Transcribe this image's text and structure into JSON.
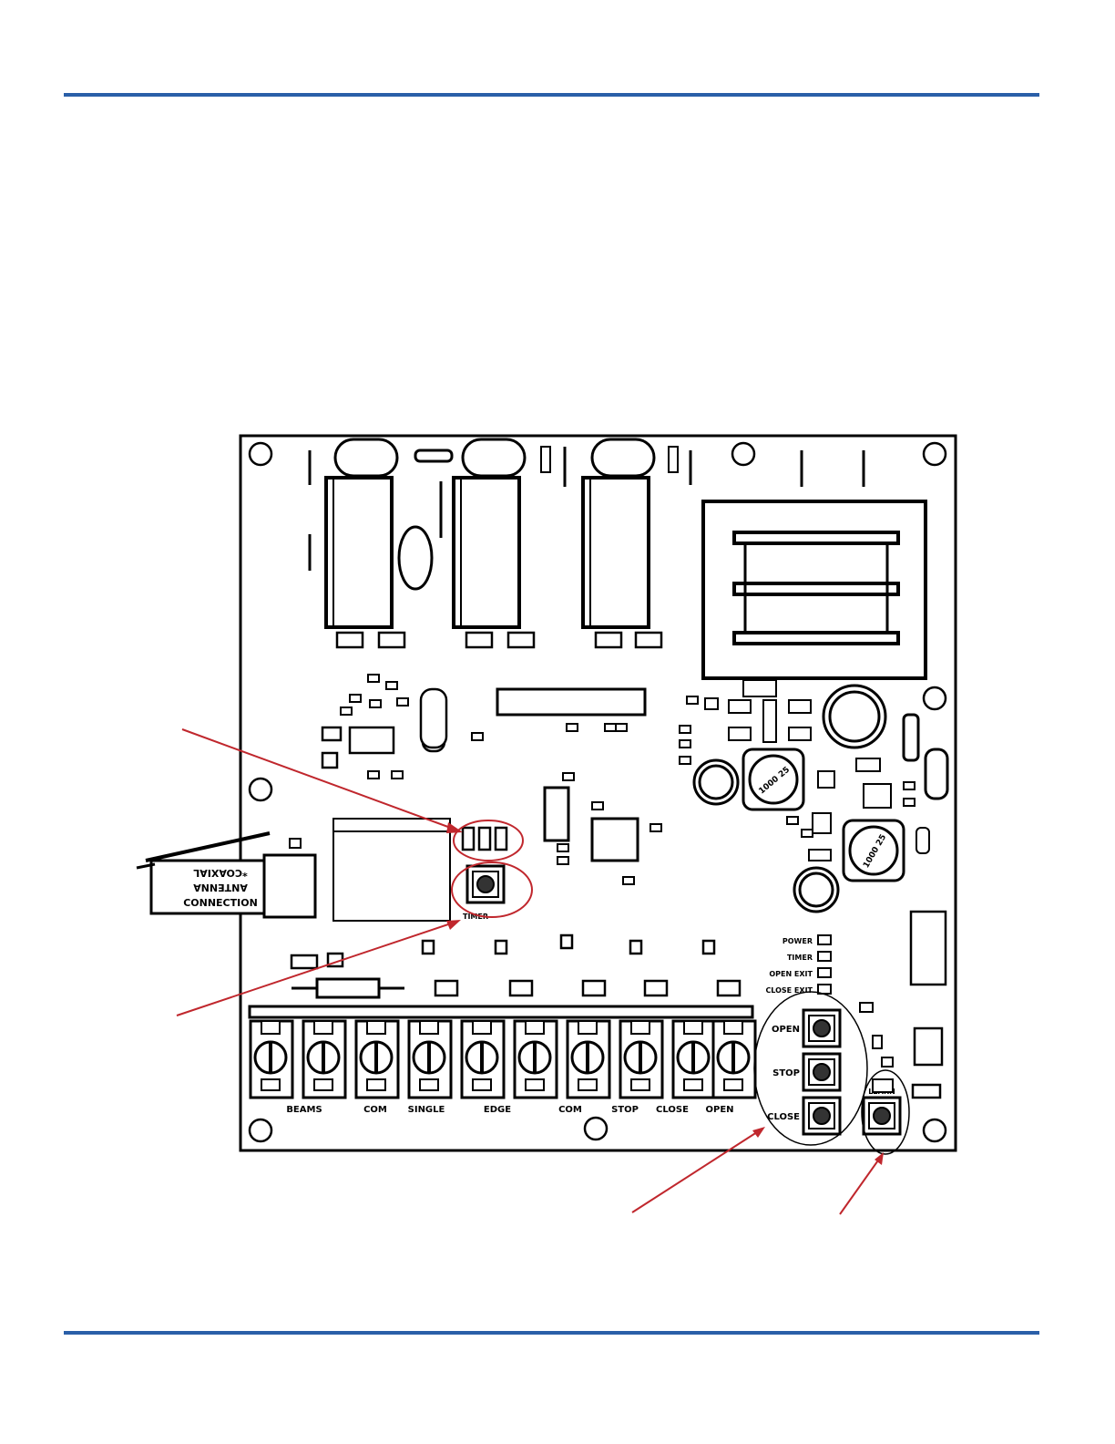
{
  "colors": {
    "rule": "#2a5fa8",
    "callout": "#c0272d",
    "ink": "#000000"
  },
  "antenna_label": [
    "*COAXIAL",
    "ANTENNA",
    "CONNECTION"
  ],
  "terminal_labels": [
    "BEAMS",
    "COM",
    "SINGLE",
    "EDGE",
    "COM",
    "STOP",
    "CLOSE",
    "OPEN"
  ],
  "button_labels": [
    "OPEN",
    "STOP",
    "CLOSE"
  ],
  "led_labels": [
    "POWER",
    "TIMER",
    "OPEN EXIT",
    "CLOSE EXIT"
  ],
  "learn_label": "LEARN",
  "dip_label": "TIMER",
  "chip_labels": [
    "1000 25",
    "1000 25"
  ]
}
